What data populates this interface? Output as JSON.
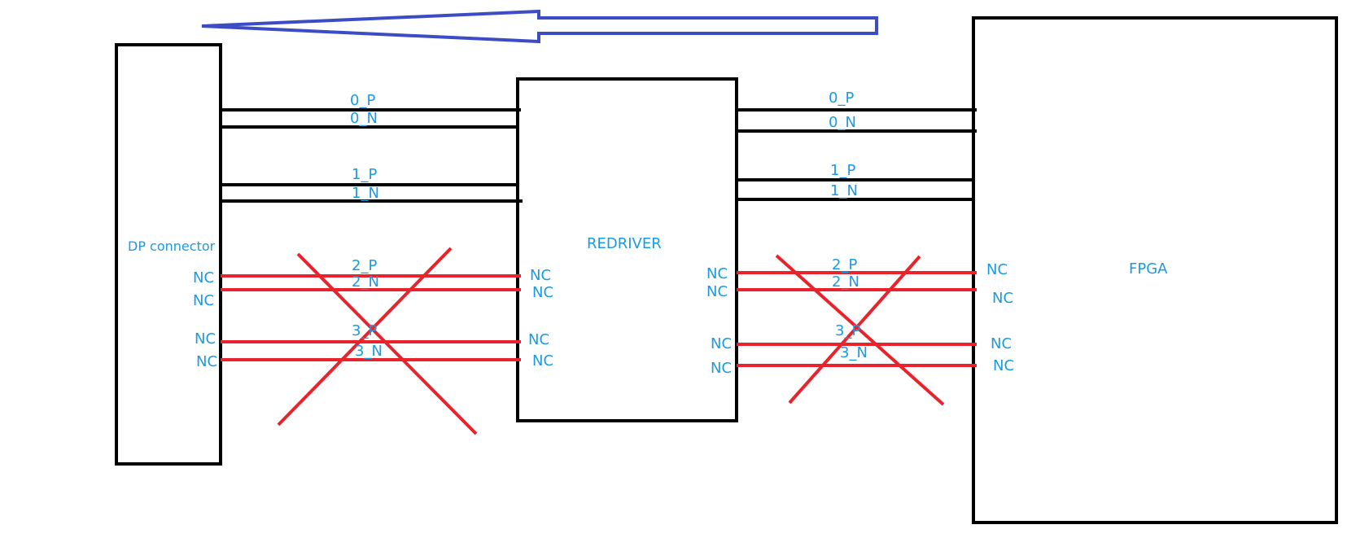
{
  "colors": {
    "box": "#000000",
    "wire": "#000000",
    "nc_wire": "#e8232b",
    "cross": "#e8232b",
    "text": "#1a9be0",
    "arrow": "#3c4cc4"
  },
  "blocks": {
    "dp_connector": "DP connector",
    "redriver": "REDRIVER",
    "fpga": "FPGA"
  },
  "lanes": {
    "left": {
      "l0p": "0_P",
      "l0n": "0_N",
      "l1p": "1_P",
      "l1n": "1_N",
      "l2p": "2_P",
      "l2n": "2_N",
      "l3p": "3_P",
      "l3n": "3_N"
    },
    "right": {
      "l0p": "0_P",
      "l0n": "0_N",
      "l1p": "1_P",
      "l1n": "1_N",
      "l2p": "2_P",
      "l2n": "2_N",
      "l3p": "3_P",
      "l3n": "3_N"
    }
  },
  "nc": "NC",
  "arrow_icon": "left-arrow-icon"
}
